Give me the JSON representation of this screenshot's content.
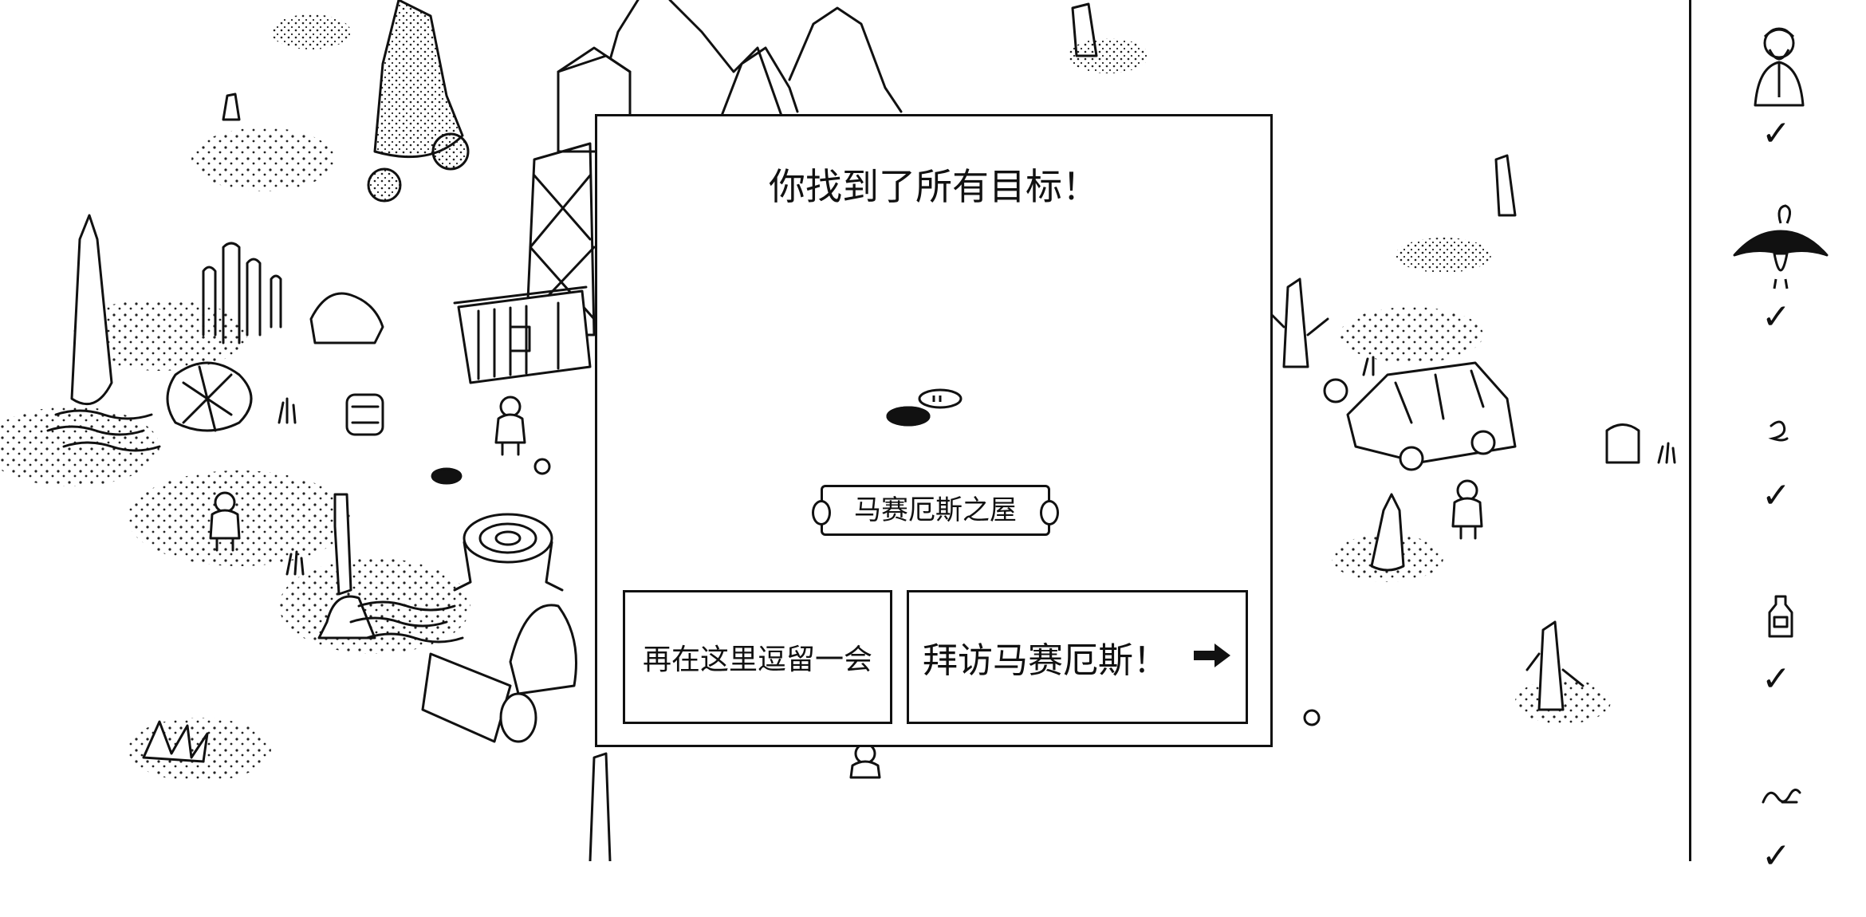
{
  "dialog": {
    "title": "你找到了所有目标！",
    "location_label": "马赛厄斯之屋",
    "stay_button_label": "再在这里逗留一会",
    "visit_button_label": "拜访马赛厄斯！",
    "visit_button_icon": "arrow-right-icon"
  },
  "sidebar": {
    "targets": [
      {
        "icon": "bearded-man-icon",
        "found": true,
        "mark": "✓"
      },
      {
        "icon": "vulture-icon",
        "found": true,
        "mark": "✓"
      },
      {
        "icon": "worm-icon",
        "found": true,
        "mark": "✓"
      },
      {
        "icon": "bottle-icon",
        "found": true,
        "mark": "✓"
      },
      {
        "icon": "snake-icon",
        "found": true,
        "mark": "✓"
      }
    ]
  },
  "colors": {
    "ink": "#111111",
    "paper": "#ffffff"
  }
}
